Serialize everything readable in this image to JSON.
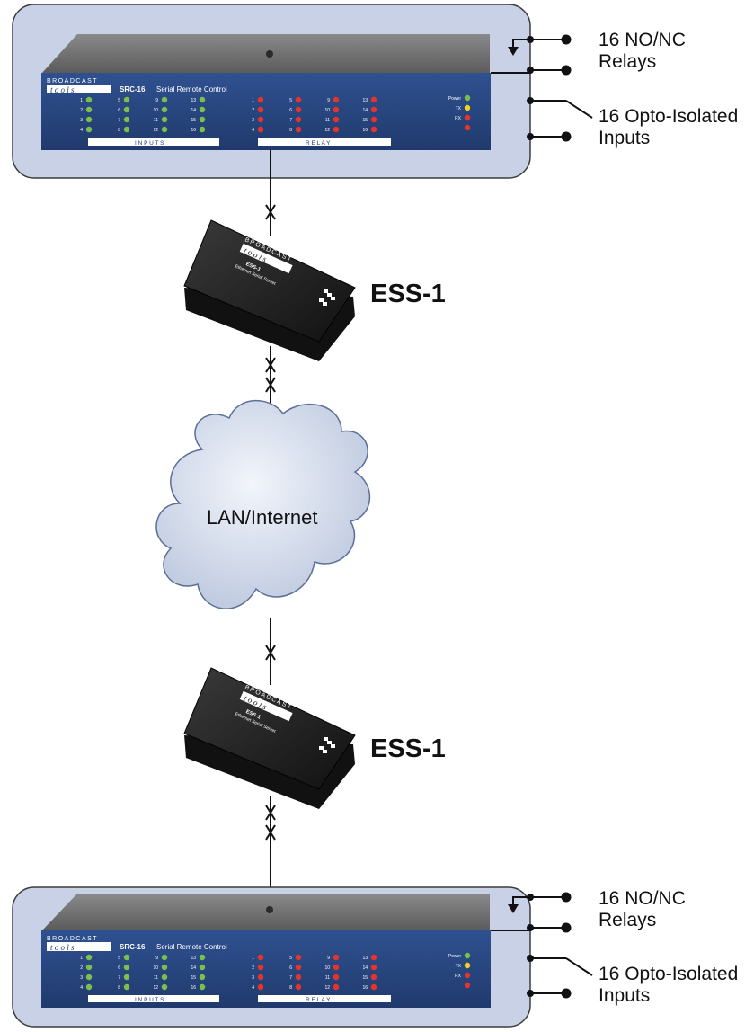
{
  "top_unit": {
    "brand_line1": "BROADCAST",
    "brand_line2": "t o o l s",
    "model": "SRC-16",
    "model_desc": "Serial Remote Control",
    "inputs_label": "I N P U T S",
    "relay_label": "R E L A Y",
    "input_numbers": [
      "1",
      "2",
      "3",
      "4",
      "5",
      "6",
      "7",
      "8",
      "9",
      "10",
      "11",
      "12",
      "13",
      "14",
      "15",
      "16"
    ],
    "relay_numbers": [
      "1",
      "2",
      "3",
      "4",
      "5",
      "6",
      "7",
      "8",
      "9",
      "10",
      "11",
      "12",
      "13",
      "14",
      "15",
      "16"
    ],
    "status": [
      "Power",
      "TX",
      "RX"
    ]
  },
  "bottom_unit": {
    "brand_line1": "BROADCAST",
    "brand_line2": "t o o l s",
    "model": "SRC-16",
    "model_desc": "Serial Remote Control",
    "inputs_label": "I N P U T S",
    "relay_label": "R E L A Y",
    "status": [
      "Power",
      "TX",
      "RX"
    ]
  },
  "connections": {
    "relays": "16 NO/NC\nRelays",
    "inputs": "16 Opto-Isolated\nInputs"
  },
  "ess_top": {
    "label": "ESS-1",
    "brand_line1": "BROADCAST",
    "brand_line2": "t o o l s",
    "model": "ESS-1",
    "desc": "Ethernet Serial Server"
  },
  "ess_bottom": {
    "label": "ESS-1",
    "brand_line1": "BROADCAST",
    "brand_line2": "t o o l s",
    "model": "ESS-1",
    "desc": "Ethernet Serial Server"
  },
  "cloud": {
    "label": "LAN/Internet"
  },
  "colors": {
    "panel_bg": "#c9d1e6",
    "front_panel": "#27457e",
    "chassis": "#6b6b6b",
    "led_green": "#7cc04a",
    "led_red": "#e8332b",
    "led_yellow": "#f4d21f"
  }
}
